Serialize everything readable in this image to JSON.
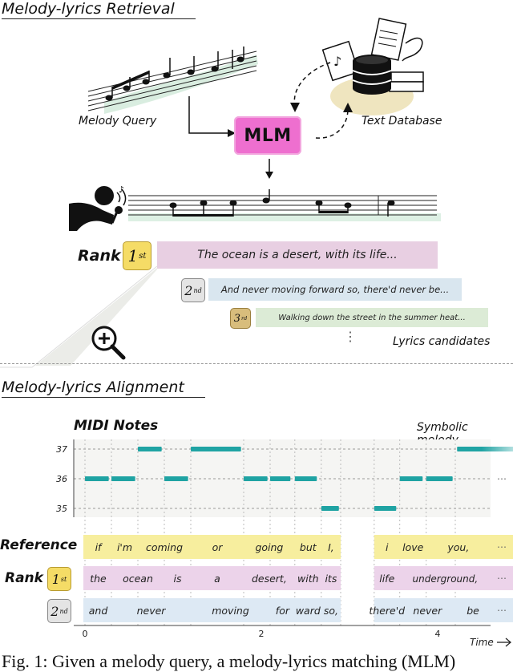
{
  "retrieval": {
    "title": "Melody-lyrics Retrieval",
    "melody_query": "Melody Query",
    "model": "MLM",
    "text_database": "Text Database",
    "rank_word": "Rank",
    "ranks": [
      {
        "ordinal": "1",
        "suffix": "st",
        "text": "The ocean is a desert, with its life...",
        "color": "#e8cfe2",
        "badge_color": "#f5dc66"
      },
      {
        "ordinal": "2",
        "suffix": "nd",
        "text": "And never moving forward so, there'd never be...",
        "color": "#d9e6ef",
        "badge_color": "#e4e4e4"
      },
      {
        "ordinal": "3",
        "suffix": "rd",
        "text": "Walking down the street in the summer heat...",
        "color": "#dcebd6",
        "badge_color": "#d8bd7c"
      }
    ],
    "dots": "⋮",
    "candidates_label": "Lyrics candidates"
  },
  "alignment": {
    "title": "Melody-lyrics Alignment",
    "midi_label": "MIDI Notes",
    "symbolic_label": "Symbolic melody",
    "y_ticks": [
      "37",
      "36",
      "35"
    ],
    "x_ticks": [
      "0",
      "2",
      "4"
    ],
    "time_label": "Time",
    "ellipsis": "⋯",
    "reference_label": "Reference",
    "rank_word": "Rank",
    "rank1": {
      "ordinal": "1",
      "suffix": "st"
    },
    "rank2": {
      "ordinal": "2",
      "suffix": "nd"
    },
    "reference_words": [
      "if",
      "i'm",
      "coming",
      "or",
      "going",
      "but",
      "I,",
      "i",
      "love",
      "you,"
    ],
    "rank1_words": [
      "the",
      "ocean",
      "is",
      "a",
      "desert,",
      "with",
      "its",
      "life",
      "underground,"
    ],
    "rank2_words": [
      "and",
      "never",
      "moving",
      "for",
      "ward",
      "so,",
      "there'd",
      "never",
      "be"
    ],
    "colors": {
      "note": "#1fa3a3",
      "reference": "#f7ee9e",
      "rank1": "#ecd3ea",
      "rank2": "#dde9f4"
    }
  },
  "caption_fragment": "Fig. 1: Given a melody query, a melody-lyrics matching (MLM)"
}
